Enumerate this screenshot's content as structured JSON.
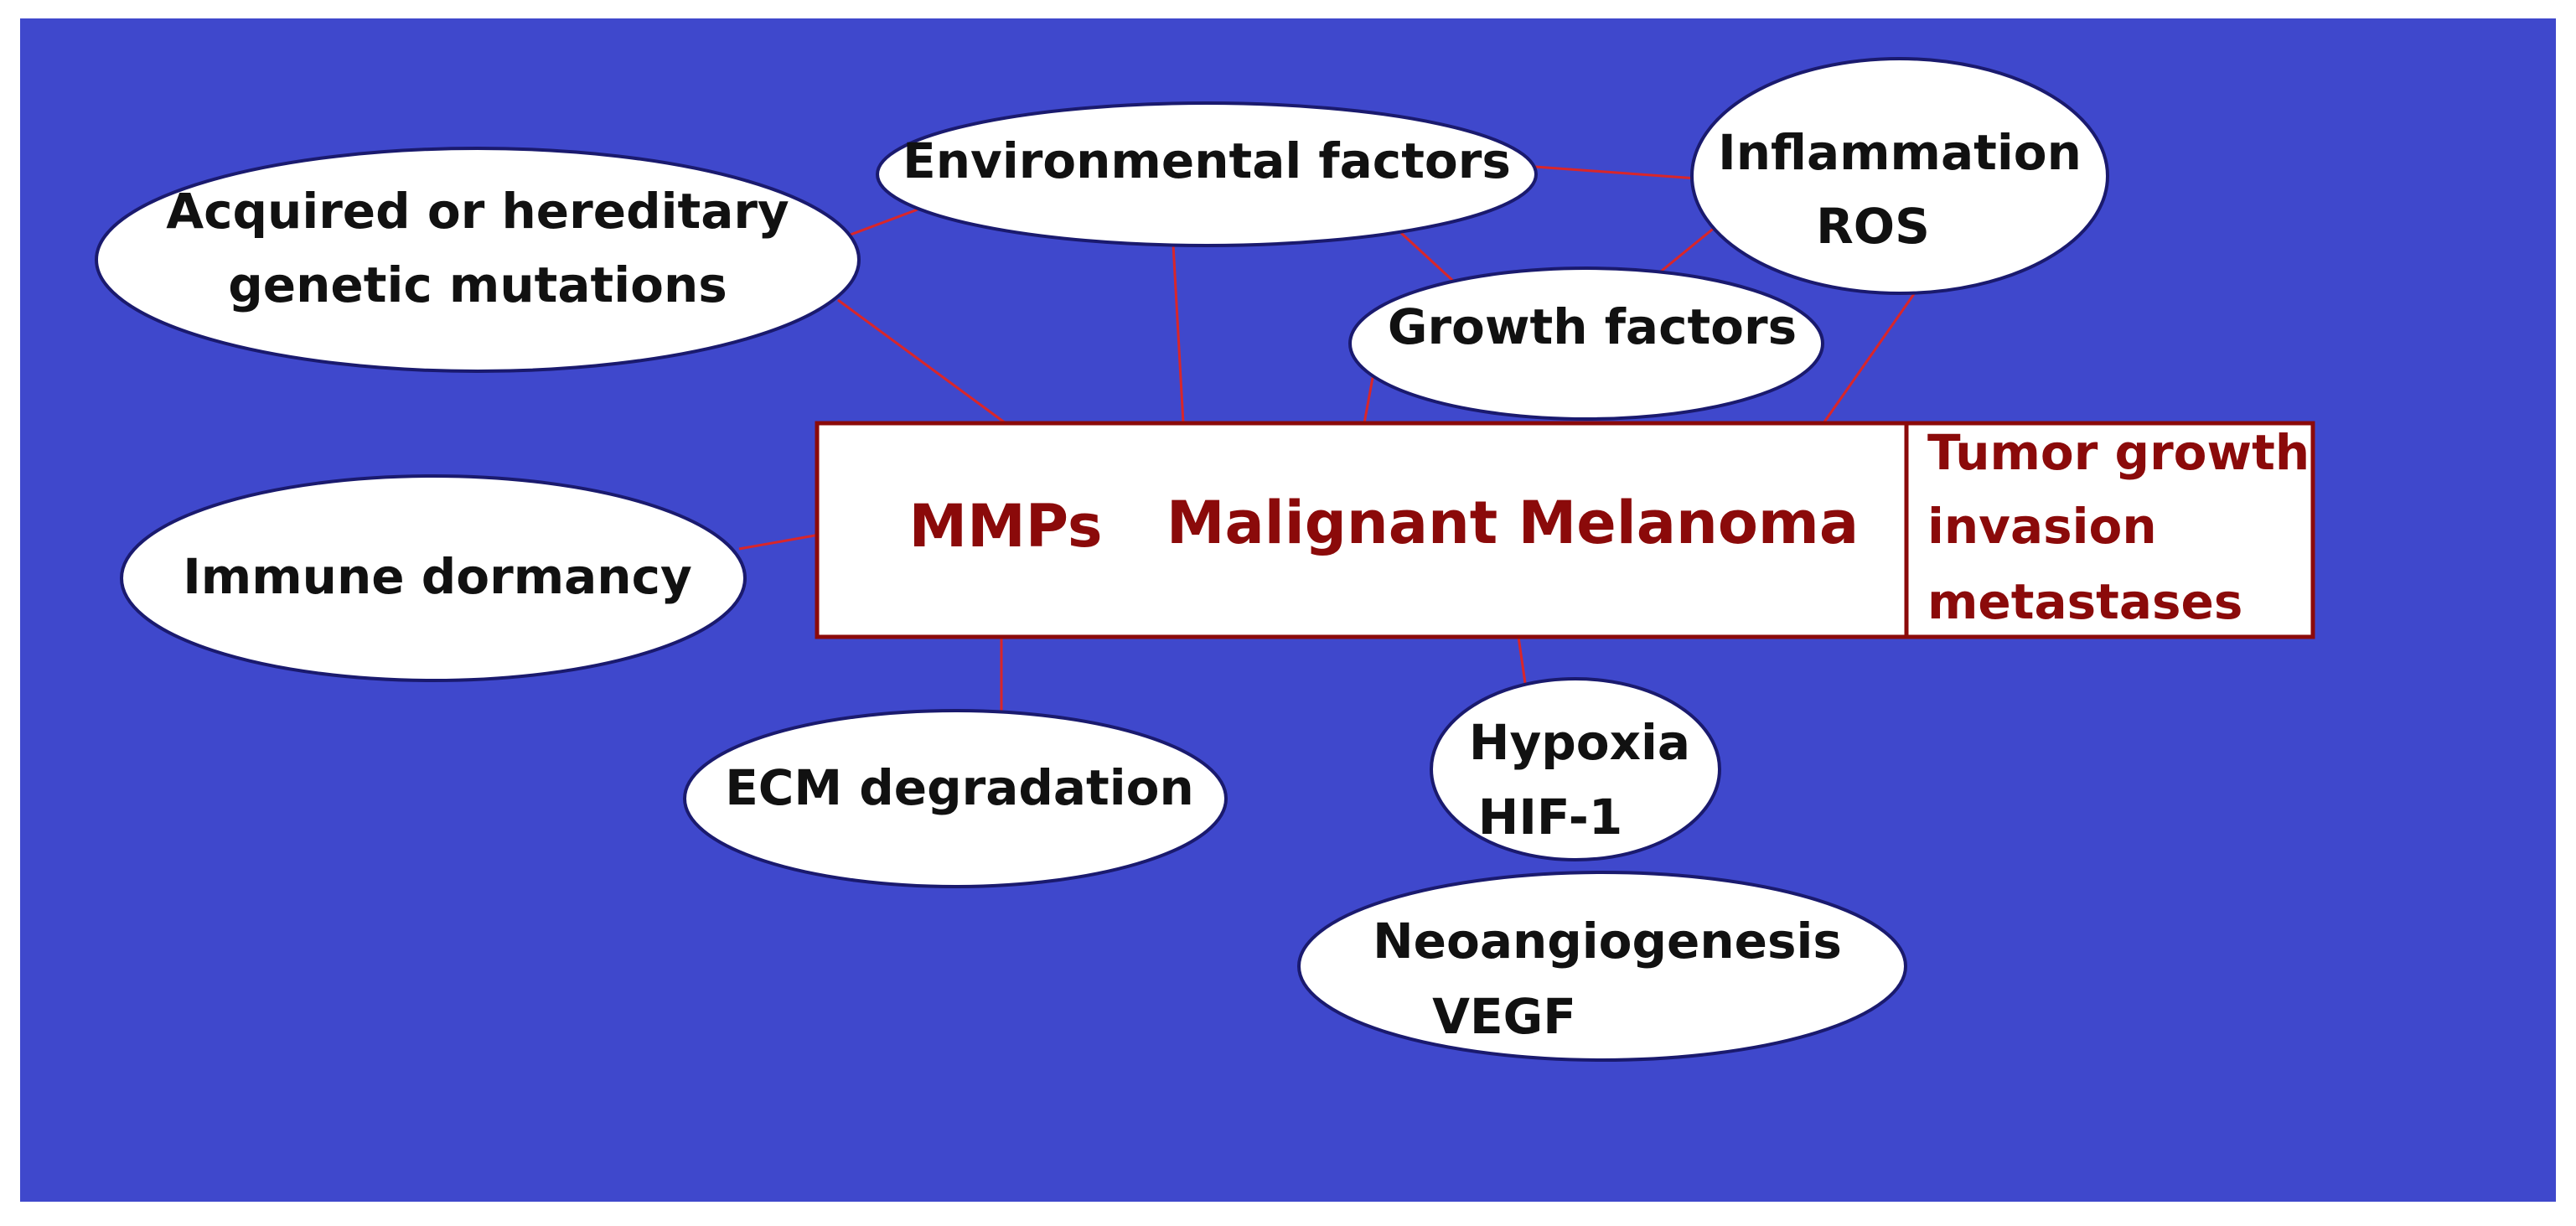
{
  "colors": {
    "background": "#3f48cc",
    "connector": "#d9262a",
    "bubble_fill": "#ffffff",
    "bubble_stroke": "#1a1a6e",
    "core_text": "#8b0a0a",
    "bubble_text": "#111111"
  },
  "core": {
    "mmps": "MMPs",
    "title": "Malignant Melanoma"
  },
  "outcome": {
    "line1": "Tumor growth",
    "line2": "invasion",
    "line3": "metastases"
  },
  "nodes": {
    "environmental": {
      "line1": "Environmental factors"
    },
    "inflammation": {
      "line1": "Inflammation",
      "line2": "ROS"
    },
    "genetic": {
      "line1": "Acquired or hereditary",
      "line2": "genetic mutations"
    },
    "growth": {
      "line1": "Growth factors"
    },
    "immune": {
      "line1": "Immune dormancy"
    },
    "ecm": {
      "line1": "ECM degradation"
    },
    "hypoxia": {
      "line1": "Hypoxia",
      "line2": "HIF-1"
    },
    "neoangiogenesis": {
      "line1": "Neoangiogenesis",
      "line2": "VEGF"
    }
  }
}
